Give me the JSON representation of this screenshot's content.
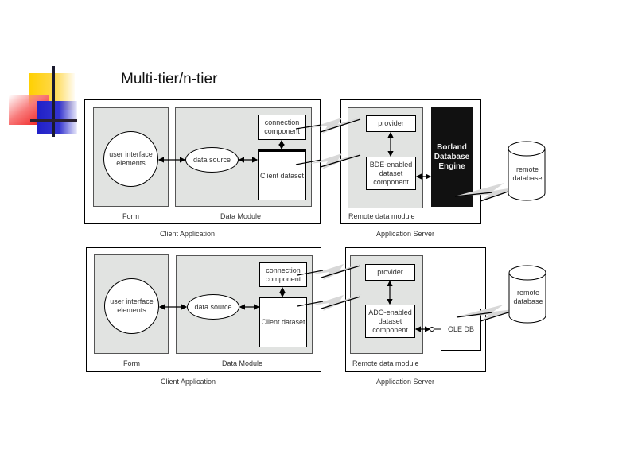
{
  "slide": {
    "title": "Multi-tier/n-tier"
  },
  "diagrams": [
    {
      "client_app": {
        "caption": "Client Application",
        "form": {
          "label": "Form",
          "circle": "user interface elements"
        },
        "data_module": {
          "label": "Data Module",
          "data_source": "data source",
          "connection_component": "connection component",
          "client_dataset": "Client dataset"
        }
      },
      "app_server": {
        "caption": "Application Server",
        "remote_data_module": {
          "label": "Remote data module",
          "provider": "provider",
          "dataset_component": "BDE-enabled dataset component"
        },
        "engine": "Borland Database Engine"
      },
      "remote_database": "remote database"
    },
    {
      "client_app": {
        "caption": "Client Application",
        "form": {
          "label": "Form",
          "circle": "user interface elements"
        },
        "data_module": {
          "label": "Data Module",
          "data_source": "data source",
          "connection_component": "connection component",
          "client_dataset": "Client dataset"
        }
      },
      "app_server": {
        "caption": "Application Server",
        "remote_data_module": {
          "label": "Remote data module",
          "provider": "provider",
          "dataset_component": "ADO-enabled dataset component"
        },
        "ole_db": "OLE DB"
      },
      "remote_database": "remote database"
    }
  ]
}
